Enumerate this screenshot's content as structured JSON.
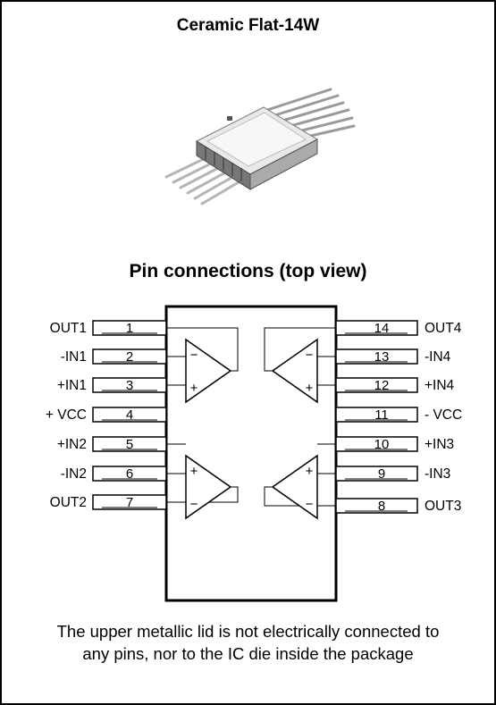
{
  "package": {
    "title": "Ceramic Flat-14W",
    "illustration_icon": "ceramic-flat-package-icon"
  },
  "pin_diagram": {
    "title": "Pin connections (top view)",
    "left_pins": [
      {
        "number": "1",
        "label": "OUT1"
      },
      {
        "number": "2",
        "label": "-IN1"
      },
      {
        "number": "3",
        "label": "+IN1"
      },
      {
        "number": "4",
        "label": "+ VCC"
      },
      {
        "number": "5",
        "label": "+IN2"
      },
      {
        "number": "6",
        "label": "-IN2"
      },
      {
        "number": "7",
        "label": "OUT2"
      }
    ],
    "right_pins": [
      {
        "number": "14",
        "label": "OUT4"
      },
      {
        "number": "13",
        "label": "-IN4"
      },
      {
        "number": "12",
        "label": "+IN4"
      },
      {
        "number": "11",
        "label": "- VCC"
      },
      {
        "number": "10",
        "label": "+IN3"
      },
      {
        "number": "9",
        "label": "-IN3"
      },
      {
        "number": "8",
        "label": "OUT3"
      }
    ],
    "opamps": [
      {
        "name": "amp-1",
        "facing": "right",
        "top_symbol": "−",
        "bottom_symbol": "+"
      },
      {
        "name": "amp-4",
        "facing": "left",
        "top_symbol": "−",
        "bottom_symbol": "+"
      },
      {
        "name": "amp-2",
        "facing": "right",
        "top_symbol": "+",
        "bottom_symbol": "−"
      },
      {
        "name": "amp-3",
        "facing": "left",
        "top_symbol": "+",
        "bottom_symbol": "−"
      }
    ]
  },
  "footnote": {
    "line1": "The upper metallic lid is not electrically connected to",
    "line2": "any pins, nor to the IC die inside the package"
  }
}
